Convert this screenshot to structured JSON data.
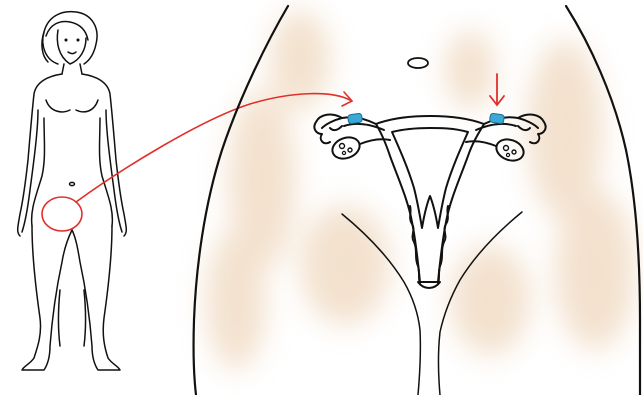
{
  "illustration": {
    "figure": "standing-woman-outline",
    "detail": "pelvic-cross-section-uterus-and-ovaries",
    "callout": "red-circle-with-curved-arrow-to-enlarged-view",
    "markers": [
      "left-fallopian-tube-marker",
      "right-fallopian-tube-marker"
    ]
  },
  "colors": {
    "line": "#111111",
    "annotation": "#e0302a",
    "marker": "#3aa9d6",
    "skin_shading": "#e9c9a6",
    "background": "#ffffff"
  }
}
